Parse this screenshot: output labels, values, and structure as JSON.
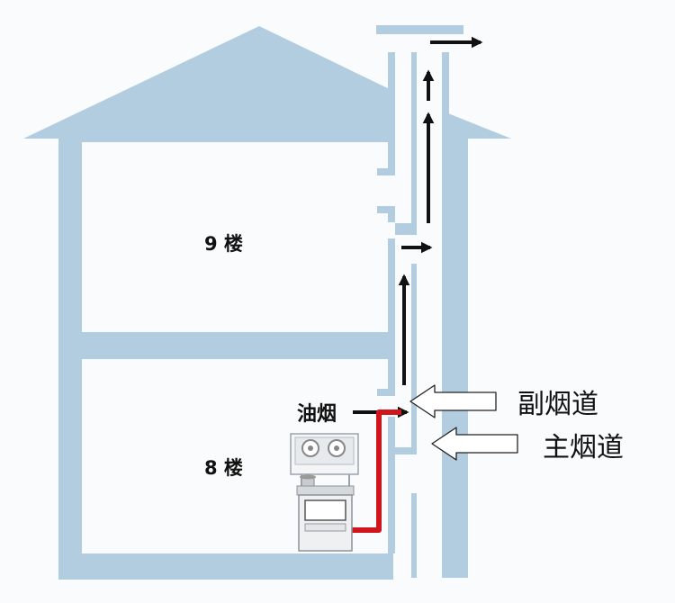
{
  "colors": {
    "background": "#fafbfc",
    "wall": "#b3cde0",
    "flow_arrow": "#111111",
    "exhaust_pipe": "#d0161c",
    "callout_arrow_outline": "#222222"
  },
  "floors": [
    {
      "label": "9 楼"
    },
    {
      "label": "8 楼"
    }
  ],
  "labels": {
    "oil_smoke": "油烟",
    "secondary_flue": "副烟道",
    "main_flue": "主烟道"
  },
  "icons": {
    "range_hood": "range-hood-icon",
    "stove": "stove-icon"
  }
}
